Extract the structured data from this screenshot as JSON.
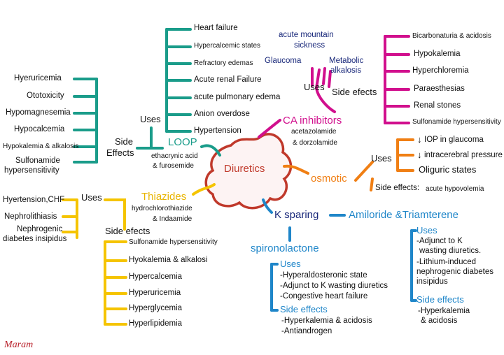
{
  "center": "Diuretics",
  "loop": {
    "title": "LOOP",
    "drugs_1": "ethacrynic acid",
    "drugs_2": "& furosemide",
    "uses_label": "Uses",
    "uses": [
      "Heart failure",
      "Hypercalcemic states",
      "Refractory edemas",
      "Acute renal Failure",
      "acute pulmonary edema",
      "Anion overdose",
      "Hypertension"
    ],
    "side_label_1": "Side",
    "side_label_2": "Effects",
    "side_effects": [
      "Hyeruricemia",
      "Ototoxicity",
      "Hypomagnesemia",
      "Hypocalcemia",
      "Hypokalemia & alkalosis",
      "Sulfonamide",
      "hypersensitivity"
    ]
  },
  "ca": {
    "title": "CA inhibitors",
    "drugs_1": "acetazolamide",
    "drugs_2": "& dorzolamide",
    "uses_label": "Uses",
    "uses": [
      "acute mountain",
      "sickness",
      "Glaucoma",
      "Metabolic",
      "alkalosis"
    ],
    "side_label": "Side efects",
    "side_effects": [
      "Bicarbonaturia & acidosis",
      "Hypokalemia",
      "Hyperchloremia",
      "Paraesthesias",
      "Renal stones",
      "Sulfonamide hypersensitivity"
    ]
  },
  "osmotic": {
    "title": "osmotic",
    "uses_label": "Uses",
    "uses": [
      "IOP in glaucoma",
      "intracerebral pressure",
      "Oliguric states"
    ],
    "side_label": "Side effects:",
    "side_text": "acute hypovolemia"
  },
  "thiazides": {
    "title": "Thiazides",
    "drugs_1": "hydrochlorothiazide",
    "drugs_2": "& Indaamide",
    "uses_label": "Uses",
    "uses": [
      "Hyertension,CHF",
      "Nephrolithiasis",
      "Nephrogenic",
      "diabetes insipidus"
    ],
    "side_label": "Side efects",
    "side_effects": [
      "Sulfonamide hypersensitivity",
      "Hyokalemia & alkalosi",
      "Hypercalcemia",
      "Hyperuricemia",
      "Hyperglycemia",
      "Hyperlipidemia"
    ]
  },
  "ksparing": {
    "title": "K sparing",
    "amiloride": {
      "title": "Amiloride &Triamterene",
      "uses_label": "Uses",
      "uses": [
        "-Adjunct to K",
        "wasting diuretics.",
        "-Lithium-induced",
        "nephrogenic diabetes",
        "insipidus"
      ],
      "side_label": "Side effects",
      "side_effects": [
        "-Hyperkalemia",
        "& acidosis"
      ]
    },
    "spironolactone": {
      "title": "spironolactone",
      "uses_label": "Uses",
      "uses": [
        "-Hyperaldosteronic state",
        "-Adjunct to K wasting diuretics",
        "-Congestive heart failure"
      ],
      "side_label": "Side effects",
      "side_effects": [
        "-Hyperkalemia & acidosis",
        "-Antiandrogen"
      ]
    }
  },
  "signature": "Maram",
  "colors": {
    "loop": "#1a9c8a",
    "ca": "#d10f8d",
    "thiazides": "#f5c400",
    "osmotic": "#f07f14",
    "ksparing": "#1f86c9",
    "center": "#c0392b"
  }
}
